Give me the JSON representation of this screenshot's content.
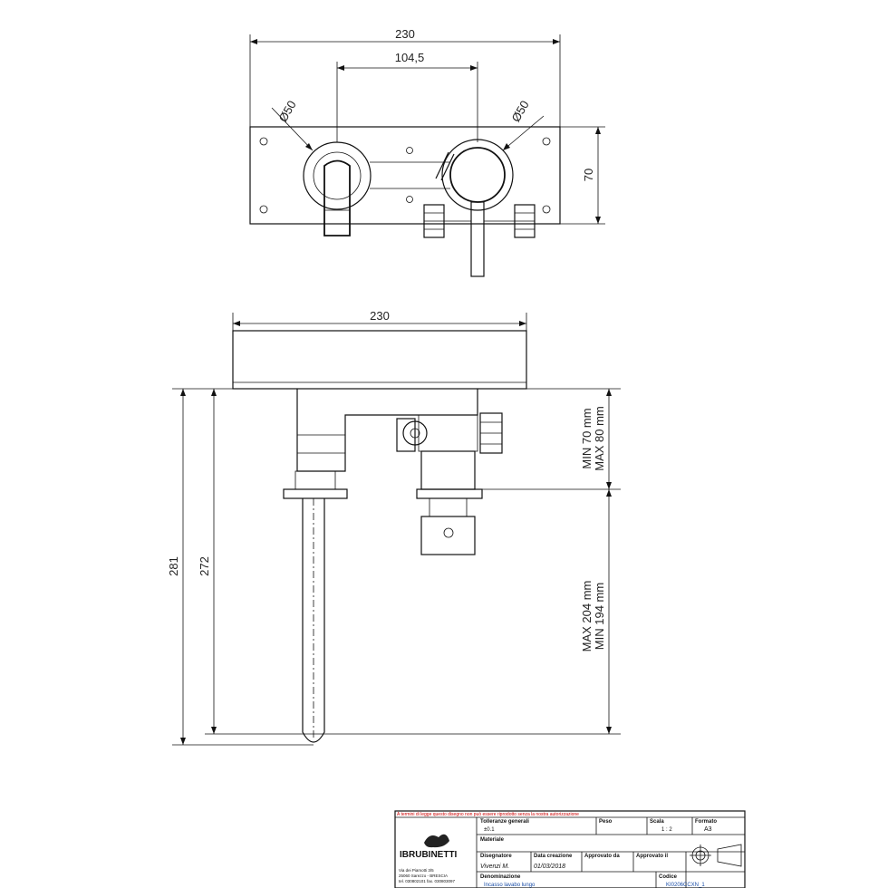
{
  "top_view": {
    "dim_width": "230",
    "dim_spacing": "104,5",
    "dim_height": "70",
    "dim_diam_left": "Ø50",
    "dim_diam_right": "Ø50"
  },
  "side_view": {
    "dim_width": "230",
    "dim_total": "281",
    "dim_spout": "272",
    "dim_min_max_upper_a": "MIN 70 mm",
    "dim_min_max_upper_b": "MAX 80 mm",
    "dim_min_max_lower_a": "MAX 204 mm",
    "dim_min_max_lower_b": "MIN 194 mm"
  },
  "title_block": {
    "warning": "A termini di legge questo disegno non può essere riprodotto senza la nostra autorizzazione",
    "tolerance_label": "Tolleranze generali",
    "tolerance_value": "±0.1",
    "weight_label": "Peso",
    "scale_label": "Scala",
    "scale_value": "1 : 2",
    "format_label": "Formato",
    "format_value": "A3",
    "material_label": "Materiale",
    "brand": "IBRUBINETTI",
    "address_1": "Via dei Piamotti 3/5",
    "address_2": "25060 Sarezzo - BRESCIA",
    "address_3": "tel. 030802101 fax. 030803097",
    "designer_label": "Disegnatore",
    "designer_value": "Vivenzi M.",
    "creation_label": "Data creazione",
    "creation_value": "01/03/2018",
    "approved_by_label": "Approvato da",
    "approved_on_label": "Approvato il",
    "name_label": "Denominazione",
    "name_value": "Incasso lavabo lungo",
    "code_label": "Codice",
    "code_value": "KI0206CCXN_1"
  }
}
